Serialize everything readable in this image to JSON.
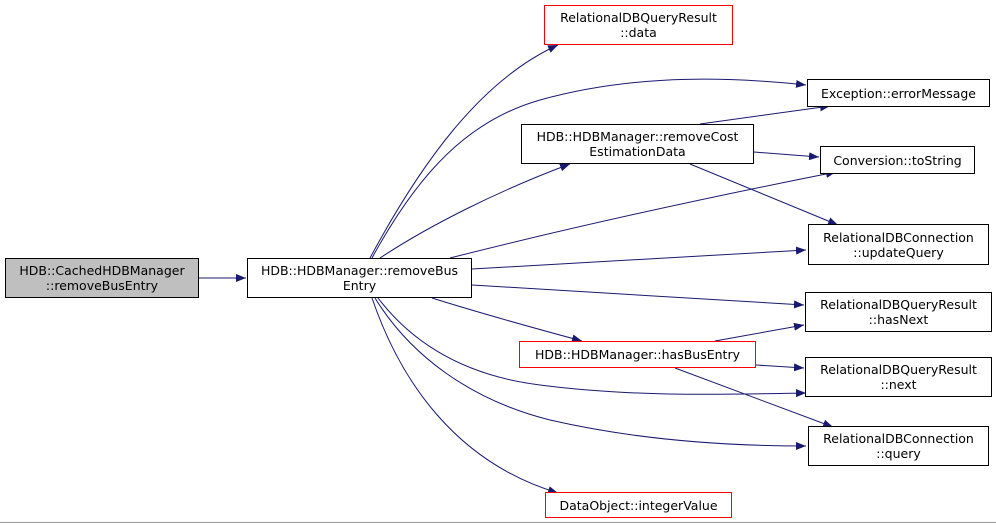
{
  "colors": {
    "edge": "#191970",
    "border_default": "#000000",
    "border_undocumented": "#ff0000",
    "current_fill": "#bfbfbf"
  },
  "nodes": {
    "cached_remove_bus_entry": {
      "line1": "HDB::CachedHDBManager",
      "line2": "::removeBusEntry"
    },
    "remove_bus_entry": {
      "line1": "HDB::HDBManager::removeBus",
      "line2": "Entry"
    },
    "db_query_result_data": {
      "line1": "RelationalDBQueryResult",
      "line2": "::data"
    },
    "exception_error_message": {
      "line1": "Exception::errorMessage"
    },
    "remove_cost_estimation_data": {
      "line1": "HDB::HDBManager::removeCost",
      "line2": "EstimationData"
    },
    "conversion_to_string": {
      "line1": "Conversion::toString"
    },
    "db_connection_update_query": {
      "line1": "RelationalDBConnection",
      "line2": "::updateQuery"
    },
    "db_query_result_has_next": {
      "line1": "RelationalDBQueryResult",
      "line2": "::hasNext"
    },
    "has_bus_entry": {
      "line1": "HDB::HDBManager::hasBusEntry"
    },
    "db_query_result_next": {
      "line1": "RelationalDBQueryResult",
      "line2": "::next"
    },
    "db_connection_query": {
      "line1": "RelationalDBConnection",
      "line2": "::query"
    },
    "data_object_integer_value": {
      "line1": "DataObject::integerValue"
    }
  }
}
